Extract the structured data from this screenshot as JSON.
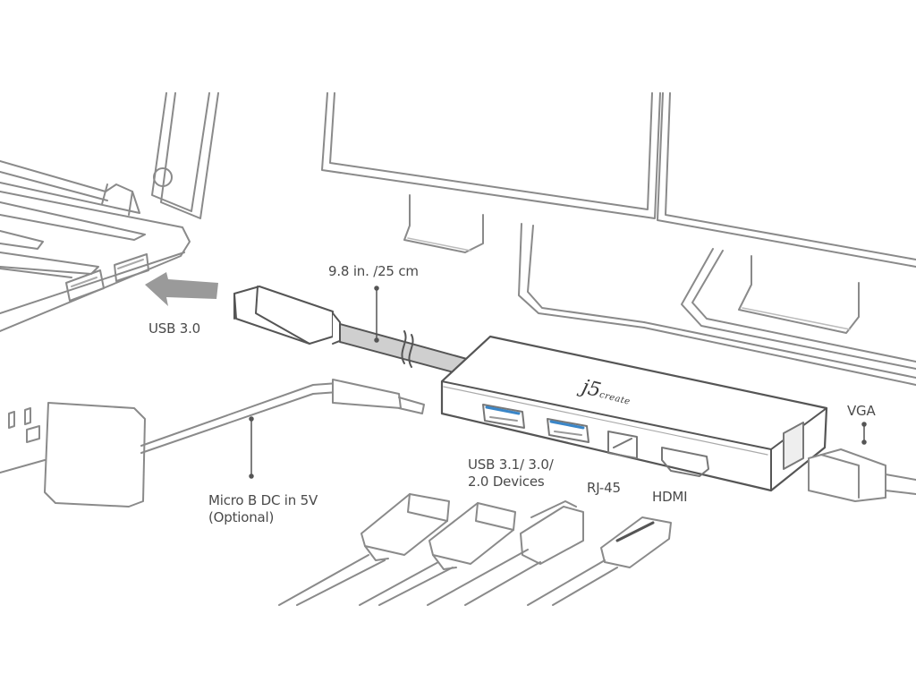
{
  "diagram": {
    "subject": "j5create USB 3.0 multi-port adapter connection diagram",
    "brand_logo": {
      "main": "j5",
      "sub": "create"
    },
    "labels": {
      "cable_length": "9.8 in. /25 cm",
      "usb_in": "USB 3.0",
      "power": [
        "Micro B DC in 5V",
        "(Optional)"
      ],
      "usb_devices": [
        "USB 3.1/ 3.0/",
        "2.0 Devices"
      ],
      "ethernet": "RJ-45",
      "hdmi": "HDMI",
      "vga": "VGA"
    },
    "components": [
      "laptop",
      "monitor-left",
      "monitor-right",
      "usb-a-cable",
      "adapter-hub",
      "power-adapter",
      "micro-b-plug",
      "usb-device-plug-1",
      "usb-device-plug-2",
      "rj45-plug",
      "hdmi-plug",
      "vga-plug"
    ],
    "colors": {
      "line": "#8a8a8a",
      "dark_line": "#555555",
      "cable_fill": "#cfcfcf",
      "arrow": "#9a9a9a",
      "usb3_accent": "#3a86c8",
      "background": "#ffffff",
      "text": "#4a4a4a"
    }
  }
}
